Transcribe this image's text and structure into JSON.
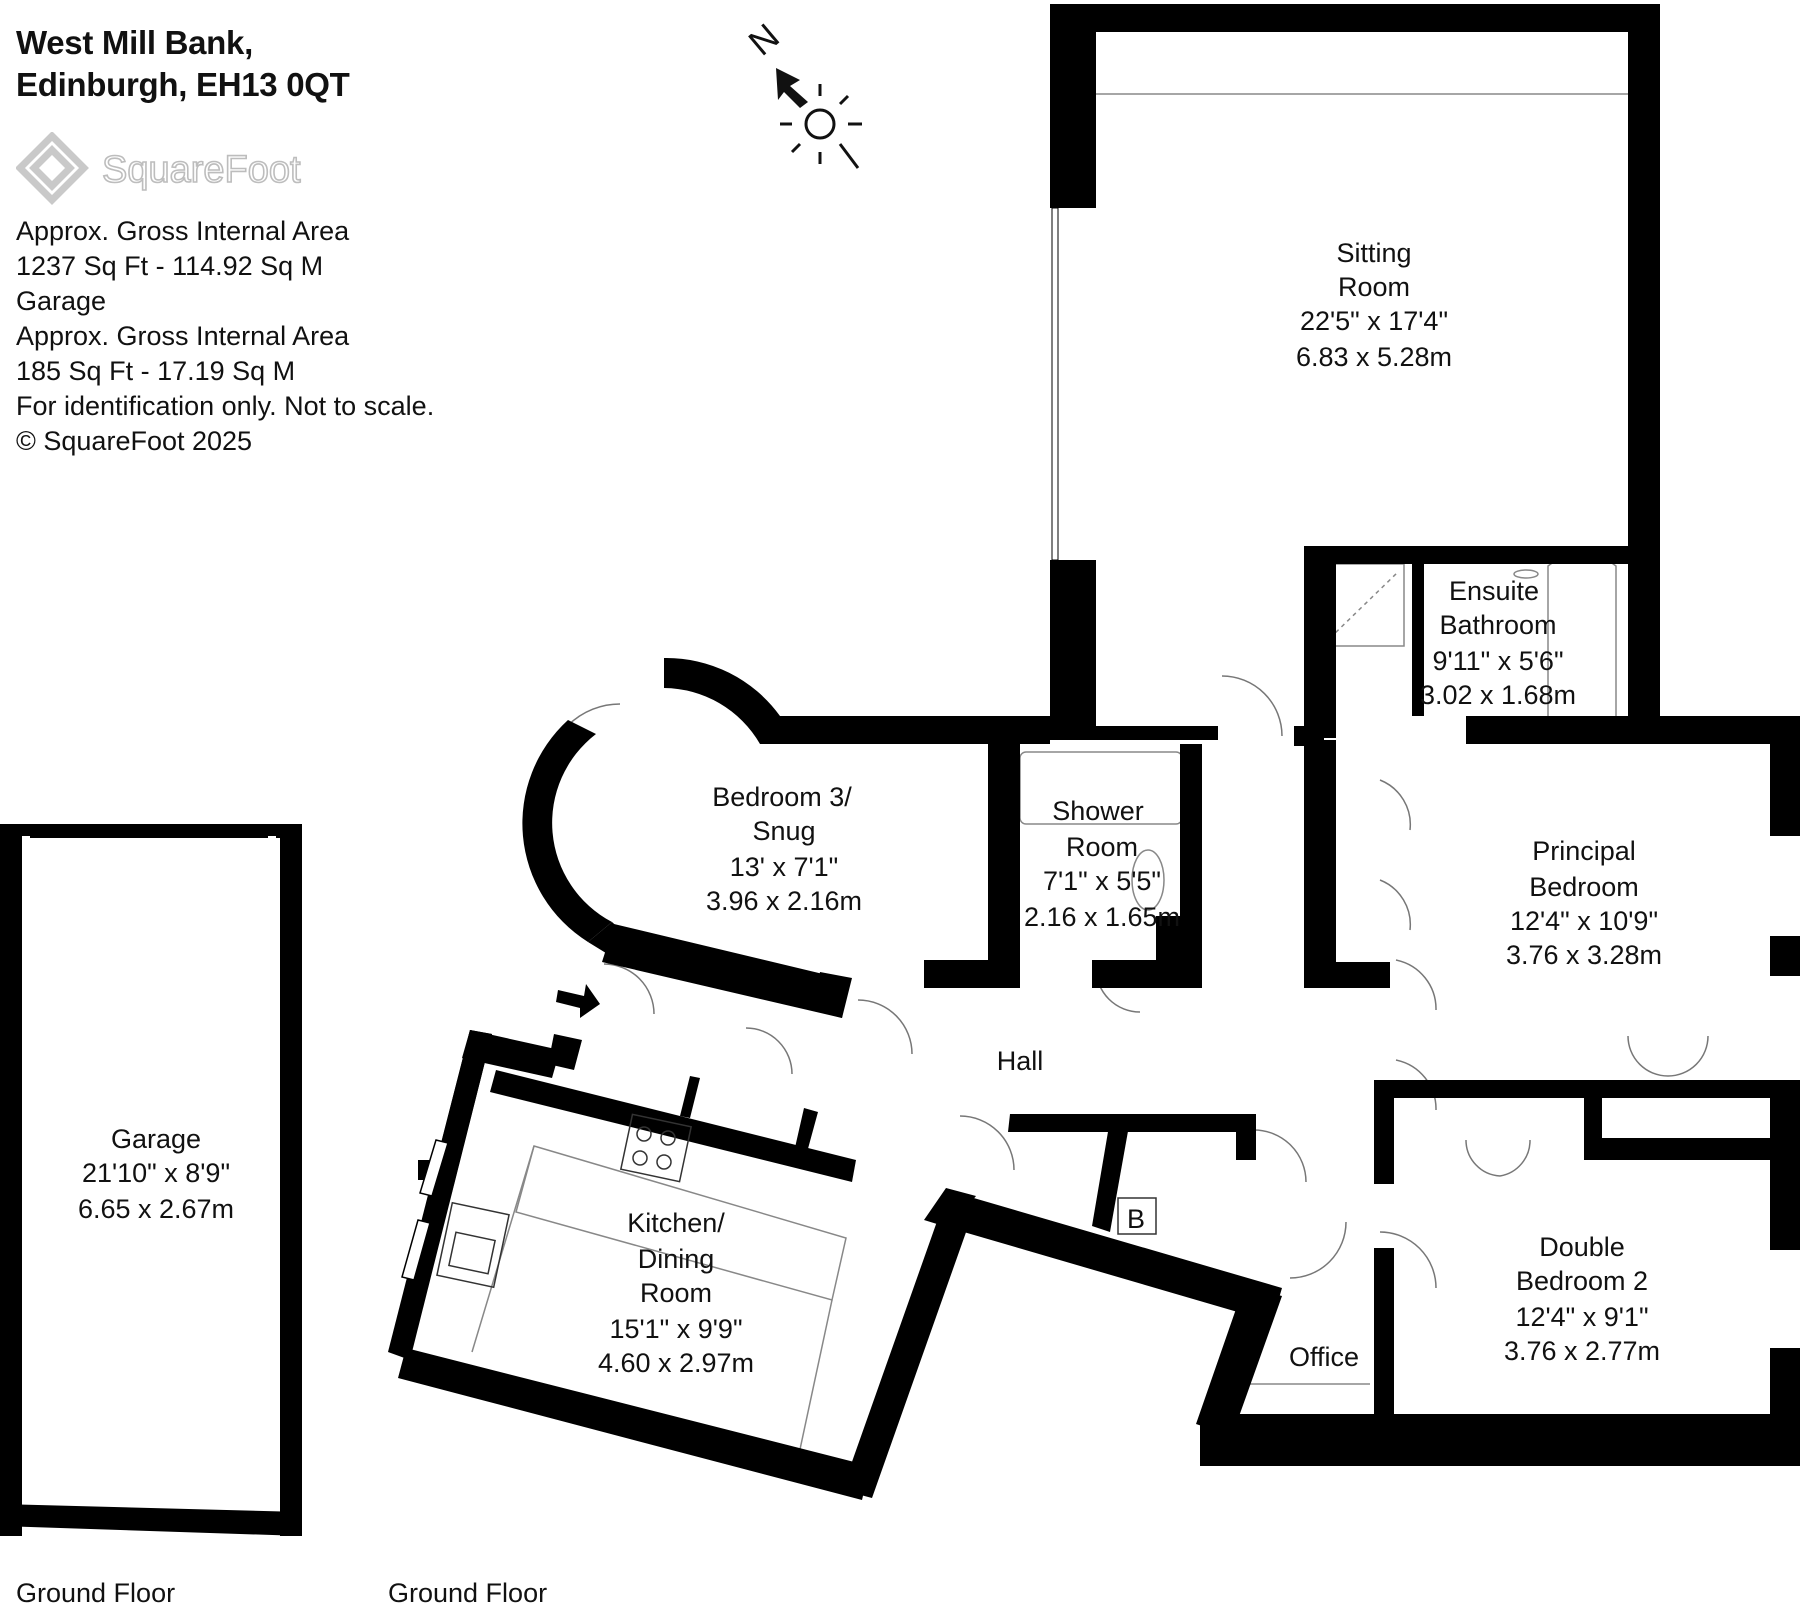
{
  "address": [
    "West Mill Bank,",
    "Edinburgh, EH13 0QT"
  ],
  "brand": "SquareFoot",
  "area_info": [
    "Approx. Gross Internal Area",
    "1237 Sq Ft  -  114.92 Sq M",
    "Garage",
    "Approx. Gross Internal Area",
    "185 Sq Ft  -  17.19 Sq M",
    "For identification only. Not to scale.",
    "© SquareFoot 2025"
  ],
  "compass_label": "N",
  "rooms": {
    "sitting": [
      "Sitting",
      "Room",
      "22'5\" x 17'4\"",
      "6.83 x 5.28m"
    ],
    "ensuite": [
      "Ensuite",
      "Bathroom",
      "9'11\" x 5'6\"",
      "3.02 x 1.68m"
    ],
    "bedroom3": [
      "Bedroom 3/",
      "Snug",
      "13' x 7'1\"",
      "3.96 x 2.16m"
    ],
    "shower": [
      "Shower",
      "Room",
      "7'1\" x 5'5\"",
      "2.16 x 1.65m"
    ],
    "principal": [
      "Principal",
      "Bedroom",
      "12'4\" x 10'9\"",
      "3.76 x 3.28m"
    ],
    "hall": [
      "Hall"
    ],
    "kitchen": [
      "Kitchen/",
      "Dining",
      "Room",
      "15'1\" x 9'9\"",
      "4.60 x 2.97m"
    ],
    "boiler": [
      "B"
    ],
    "office": [
      "Office"
    ],
    "double2": [
      "Double",
      "Bedroom 2",
      "12'4\" x 9'1\"",
      "3.76 x 2.77m"
    ],
    "garage": [
      "Garage",
      "21'10\" x 8'9\"",
      "6.65 x 2.67m"
    ]
  },
  "floor_labels": [
    "Ground Floor",
    "Ground Floor"
  ]
}
